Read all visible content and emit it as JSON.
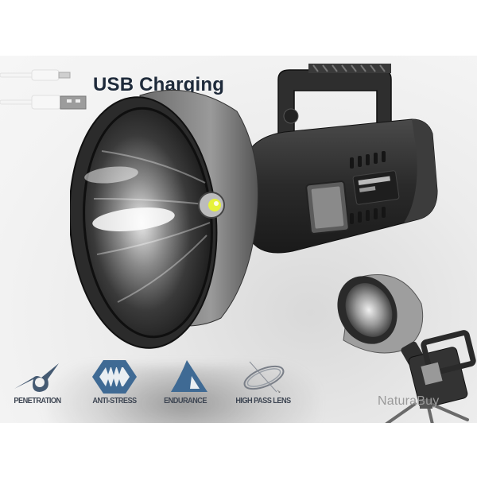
{
  "banner": {
    "title": "USB Charging"
  },
  "features": [
    {
      "label": "PENETRATION",
      "icon": "penetration-icon"
    },
    {
      "label": "ANTI-STRESS",
      "icon": "anti-stress-icon"
    },
    {
      "label": "ENDURANCE",
      "icon": "endurance-icon"
    },
    {
      "label": "HIGH PASS LENS",
      "icon": "high-pass-lens-icon"
    }
  ],
  "watermark": "NaturaBuy",
  "colors": {
    "title": "#1e2a3a",
    "icon_blue": "#3f6a94",
    "label_gray": "#3d4552",
    "led_yellow": "#e6f23a"
  }
}
